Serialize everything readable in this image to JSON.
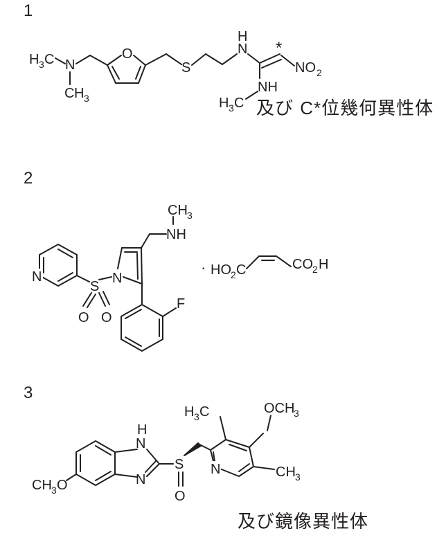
{
  "items": [
    {
      "number": "1",
      "suffix_prefix": "及び ",
      "suffix_c": "C*",
      "suffix_rest": "位幾何異性体"
    },
    {
      "number": "2",
      "salt_dot": "·",
      "salt_label": "HO₂C ⁄ CO₂H"
    },
    {
      "number": "3",
      "suffix": "及び鏡像異性体"
    }
  ],
  "atoms": {
    "n": "N",
    "o": "O",
    "s": "S",
    "f": "F",
    "h": "H",
    "c": "C",
    "nh": "NH",
    "no2": "NO",
    "sub2": "2",
    "sub3": "3",
    "star": "*",
    "co2h": "CO",
    "ho2c": "HO",
    "och3": "OCH",
    "ch3": "CH",
    "h3c": "H"
  }
}
